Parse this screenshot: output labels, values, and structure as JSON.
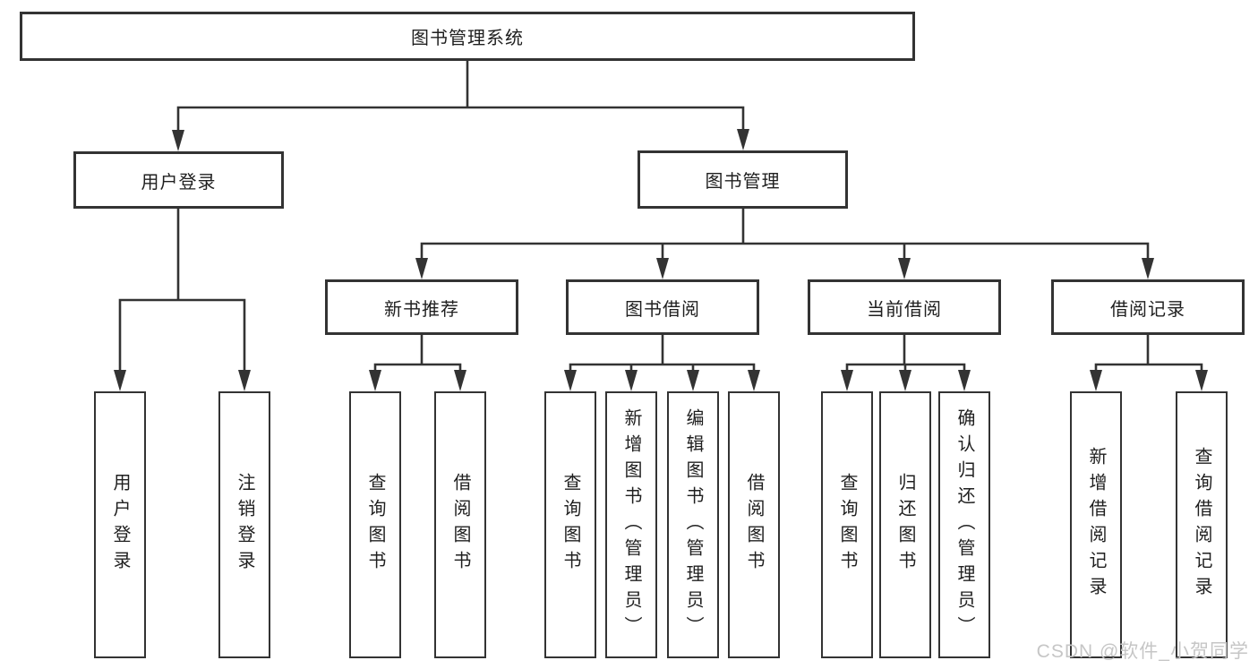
{
  "diagram": {
    "root": {
      "label": "图书管理系统"
    },
    "level2": [
      {
        "label": "用户登录"
      },
      {
        "label": "图书管理"
      }
    ],
    "level3": [
      {
        "label": "新书推荐",
        "parent": "图书管理"
      },
      {
        "label": "图书借阅",
        "parent": "图书管理"
      },
      {
        "label": "当前借阅",
        "parent": "图书管理"
      },
      {
        "label": "借阅记录",
        "parent": "图书管理"
      }
    ],
    "leaves": [
      {
        "label": "用户登录",
        "parent": "用户登录"
      },
      {
        "label": "注销登录",
        "parent": "用户登录"
      },
      {
        "label": "查询图书",
        "parent": "新书推荐"
      },
      {
        "label": "借阅图书",
        "parent": "新书推荐"
      },
      {
        "label": "查询图书",
        "parent": "图书借阅"
      },
      {
        "label": "新增图书（管理员）",
        "parent": "图书借阅"
      },
      {
        "label": "编辑图书（管理员）",
        "parent": "图书借阅"
      },
      {
        "label": "借阅图书",
        "parent": "图书借阅"
      },
      {
        "label": "查询图书",
        "parent": "当前借阅"
      },
      {
        "label": "归还图书",
        "parent": "当前借阅"
      },
      {
        "label": "确认归还（管理员）",
        "parent": "当前借阅"
      },
      {
        "label": "新增借阅记录",
        "parent": "借阅记录"
      },
      {
        "label": "查询借阅记录",
        "parent": "借阅记录"
      }
    ]
  },
  "watermark": {
    "text": "CSDN @软件_小贺同学"
  },
  "colors": {
    "line": "#333333",
    "box_border": "#333333",
    "text": "#1f1f1f",
    "watermark": "#c6c6c6",
    "background": "#ffffff"
  }
}
